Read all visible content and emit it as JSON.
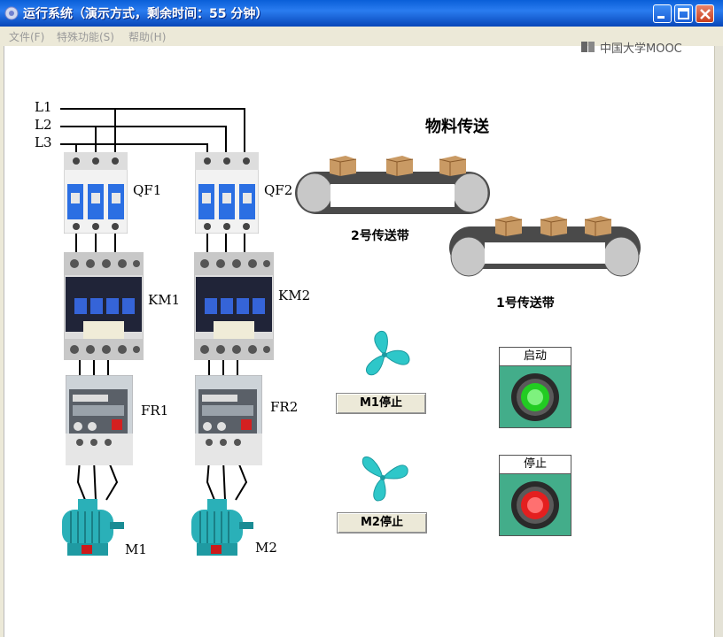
{
  "window": {
    "title": "运行系统（演示方式，剩余时间：55 分钟）"
  },
  "menu": [
    "文件(F)",
    "特殊功能(S)",
    "帮助(H)"
  ],
  "watermark": "中国大学MOOC",
  "lines": [
    "L1",
    "L2",
    "L3"
  ],
  "breakers": [
    "QF1",
    "QF2"
  ],
  "contactors": [
    "KM1",
    "KM2"
  ],
  "overloads": [
    "FR1",
    "FR2"
  ],
  "motors": [
    "M1",
    "M2"
  ],
  "conveyor": {
    "title": "物料传送",
    "belt2": "2号传送带",
    "belt1": "1号传送带"
  },
  "motor_status": {
    "m1": "M1停止",
    "m2": "M2停止"
  },
  "controls": {
    "start": "启动",
    "stop": "停止"
  },
  "colors": {
    "lamp_green": "#22cc22",
    "lamp_red": "#e41f1f",
    "fan": "#2ec7c9",
    "panel": "#43ad8a"
  }
}
